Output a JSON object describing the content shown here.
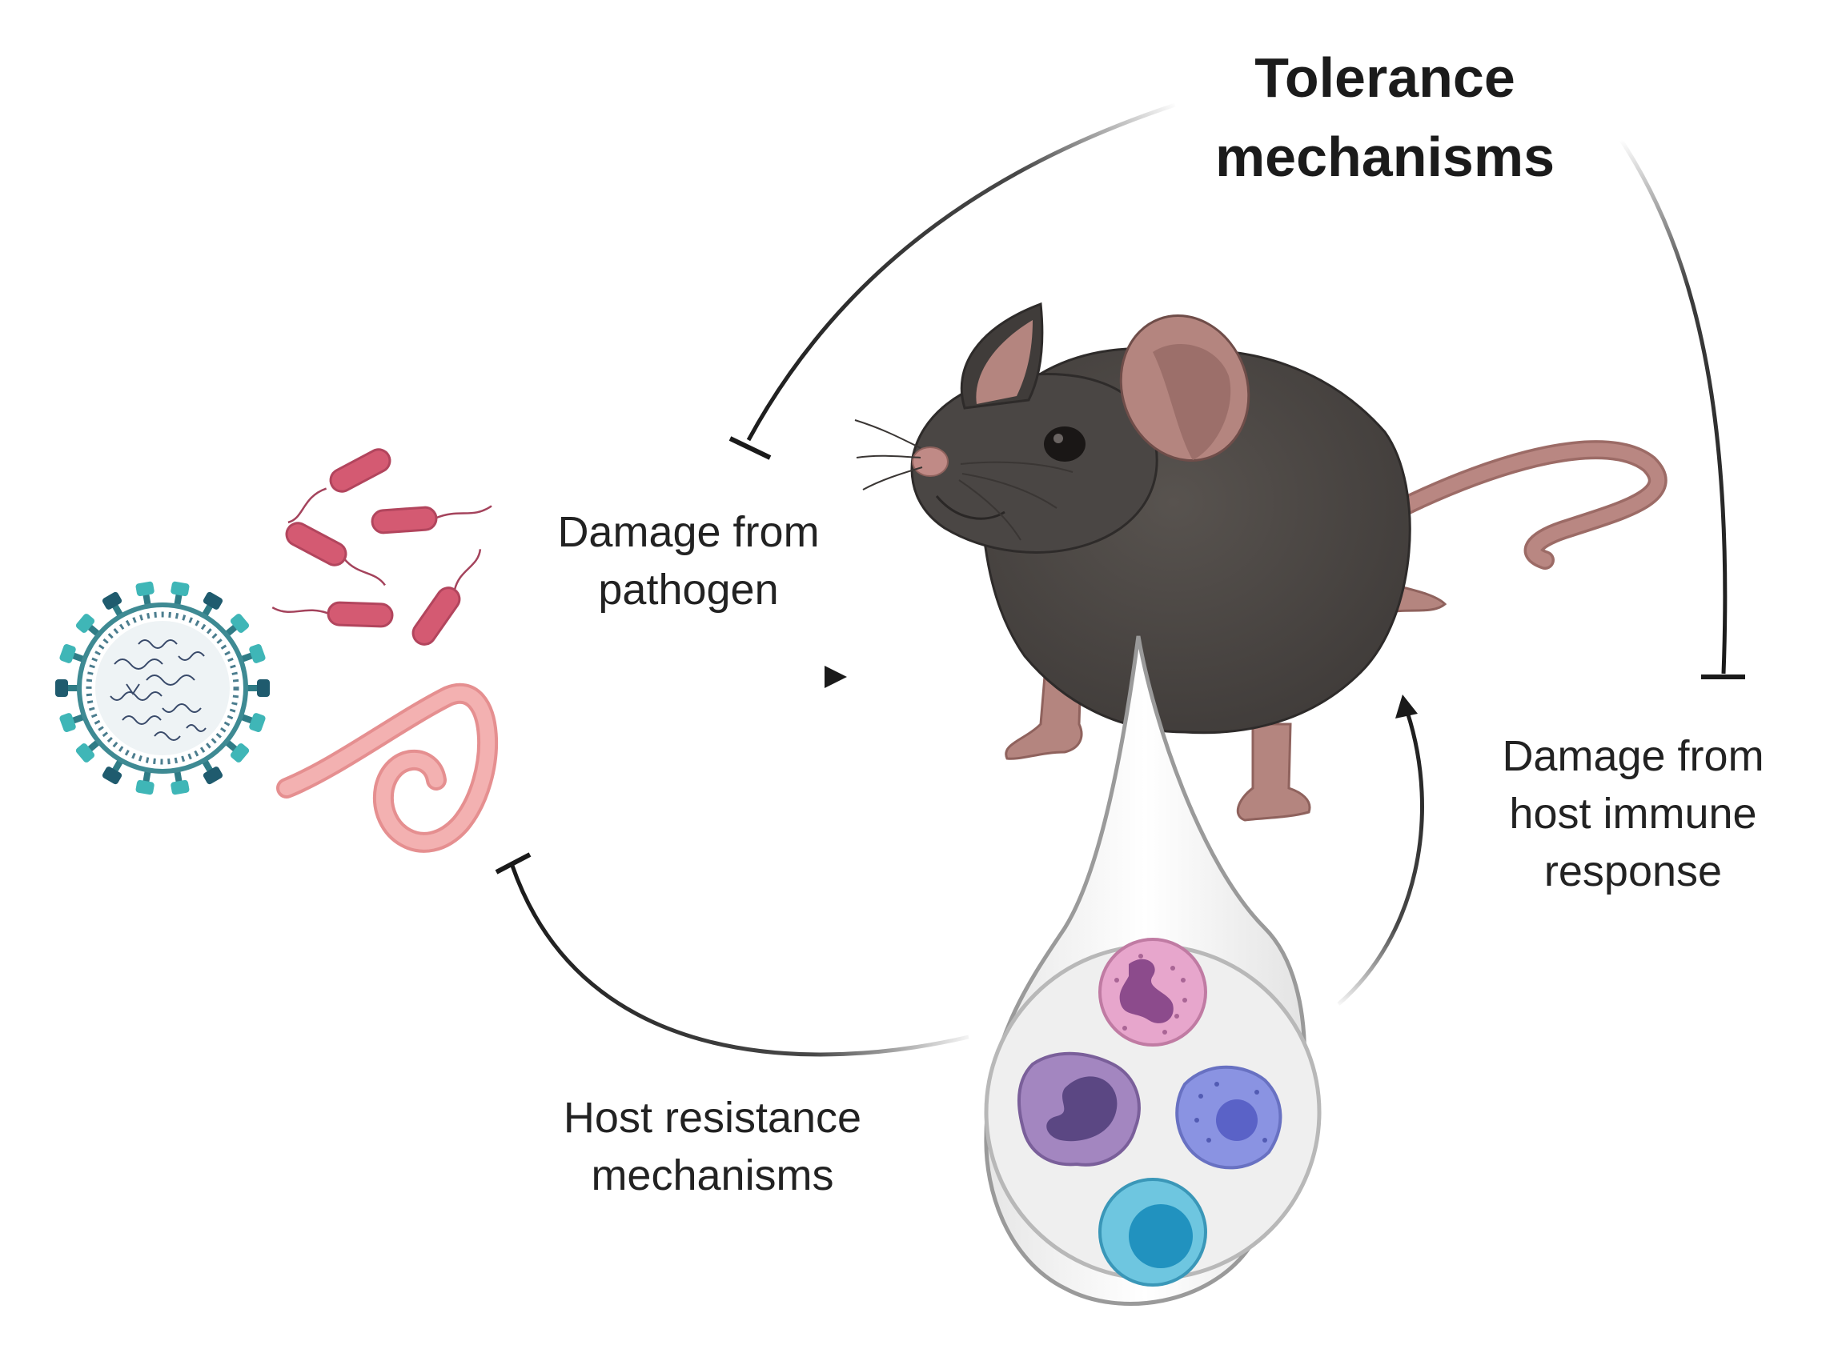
{
  "labels": {
    "tolerance": [
      "Tolerance",
      "mechanisms"
    ],
    "damage_pathogen": [
      "Damage from",
      "pathogen"
    ],
    "damage_host": [
      "Damage from",
      "host immune",
      "response"
    ],
    "host_resistance": [
      "Host resistance",
      "mechanisms"
    ]
  },
  "colors": {
    "text": "#222222",
    "arrow": "#1a1a1a",
    "virus_teal": "#3fb6b7",
    "virus_dark": "#1f5b6e",
    "bacteria": "#d45a72",
    "worm": "#f0a7a8",
    "mouse_body": "#4a4644",
    "mouse_pink": "#b4857f",
    "neutrophil": "#e7a6cc",
    "monocyte": "#a386c0",
    "lymphocyte_blue": "#8a93e2",
    "cell_teal": "#6ec6e0"
  },
  "icons": [
    "virus-icon",
    "bacteria-icon",
    "worm-icon",
    "mouse-icon",
    "neutrophil-icon",
    "monocyte-icon",
    "macrophage-icon",
    "lymphocyte-icon",
    "magnifier-bubble"
  ]
}
